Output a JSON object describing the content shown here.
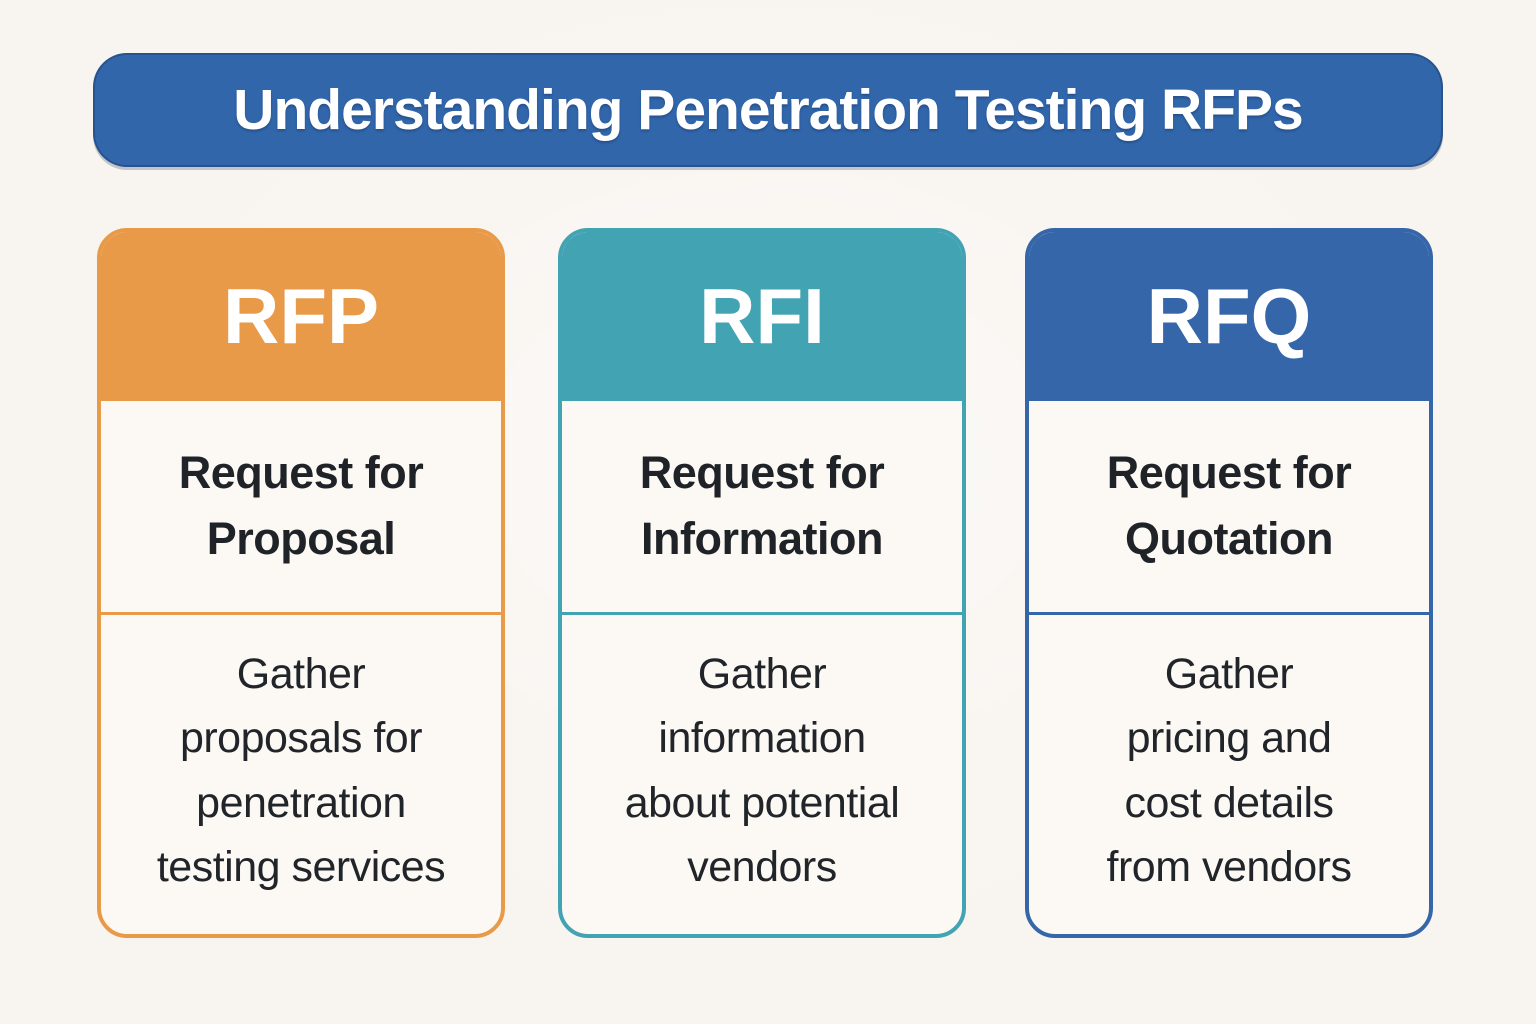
{
  "page": {
    "background": "#f8f4ef"
  },
  "banner": {
    "title": "Understanding Penetration Testing RFPs",
    "bg": "#3166ab",
    "text_color": "#ffffff"
  },
  "cards": [
    {
      "id": "rfp",
      "acronym": "RFP",
      "accent": "#e89a48",
      "full_name": "Request for\nProposal",
      "description": "Gather\nproposals for\npenetration\ntesting services"
    },
    {
      "id": "rfi",
      "acronym": "RFI",
      "accent": "#42a3b2",
      "full_name": "Request for\nInformation",
      "description": "Gather\ninformation\nabout potential\nvendors"
    },
    {
      "id": "rfq",
      "acronym": "RFQ",
      "accent": "#3566a9",
      "full_name": "Request for\nQuotation",
      "description": "Gather\npricing and\ncost details\nfrom vendors"
    }
  ]
}
